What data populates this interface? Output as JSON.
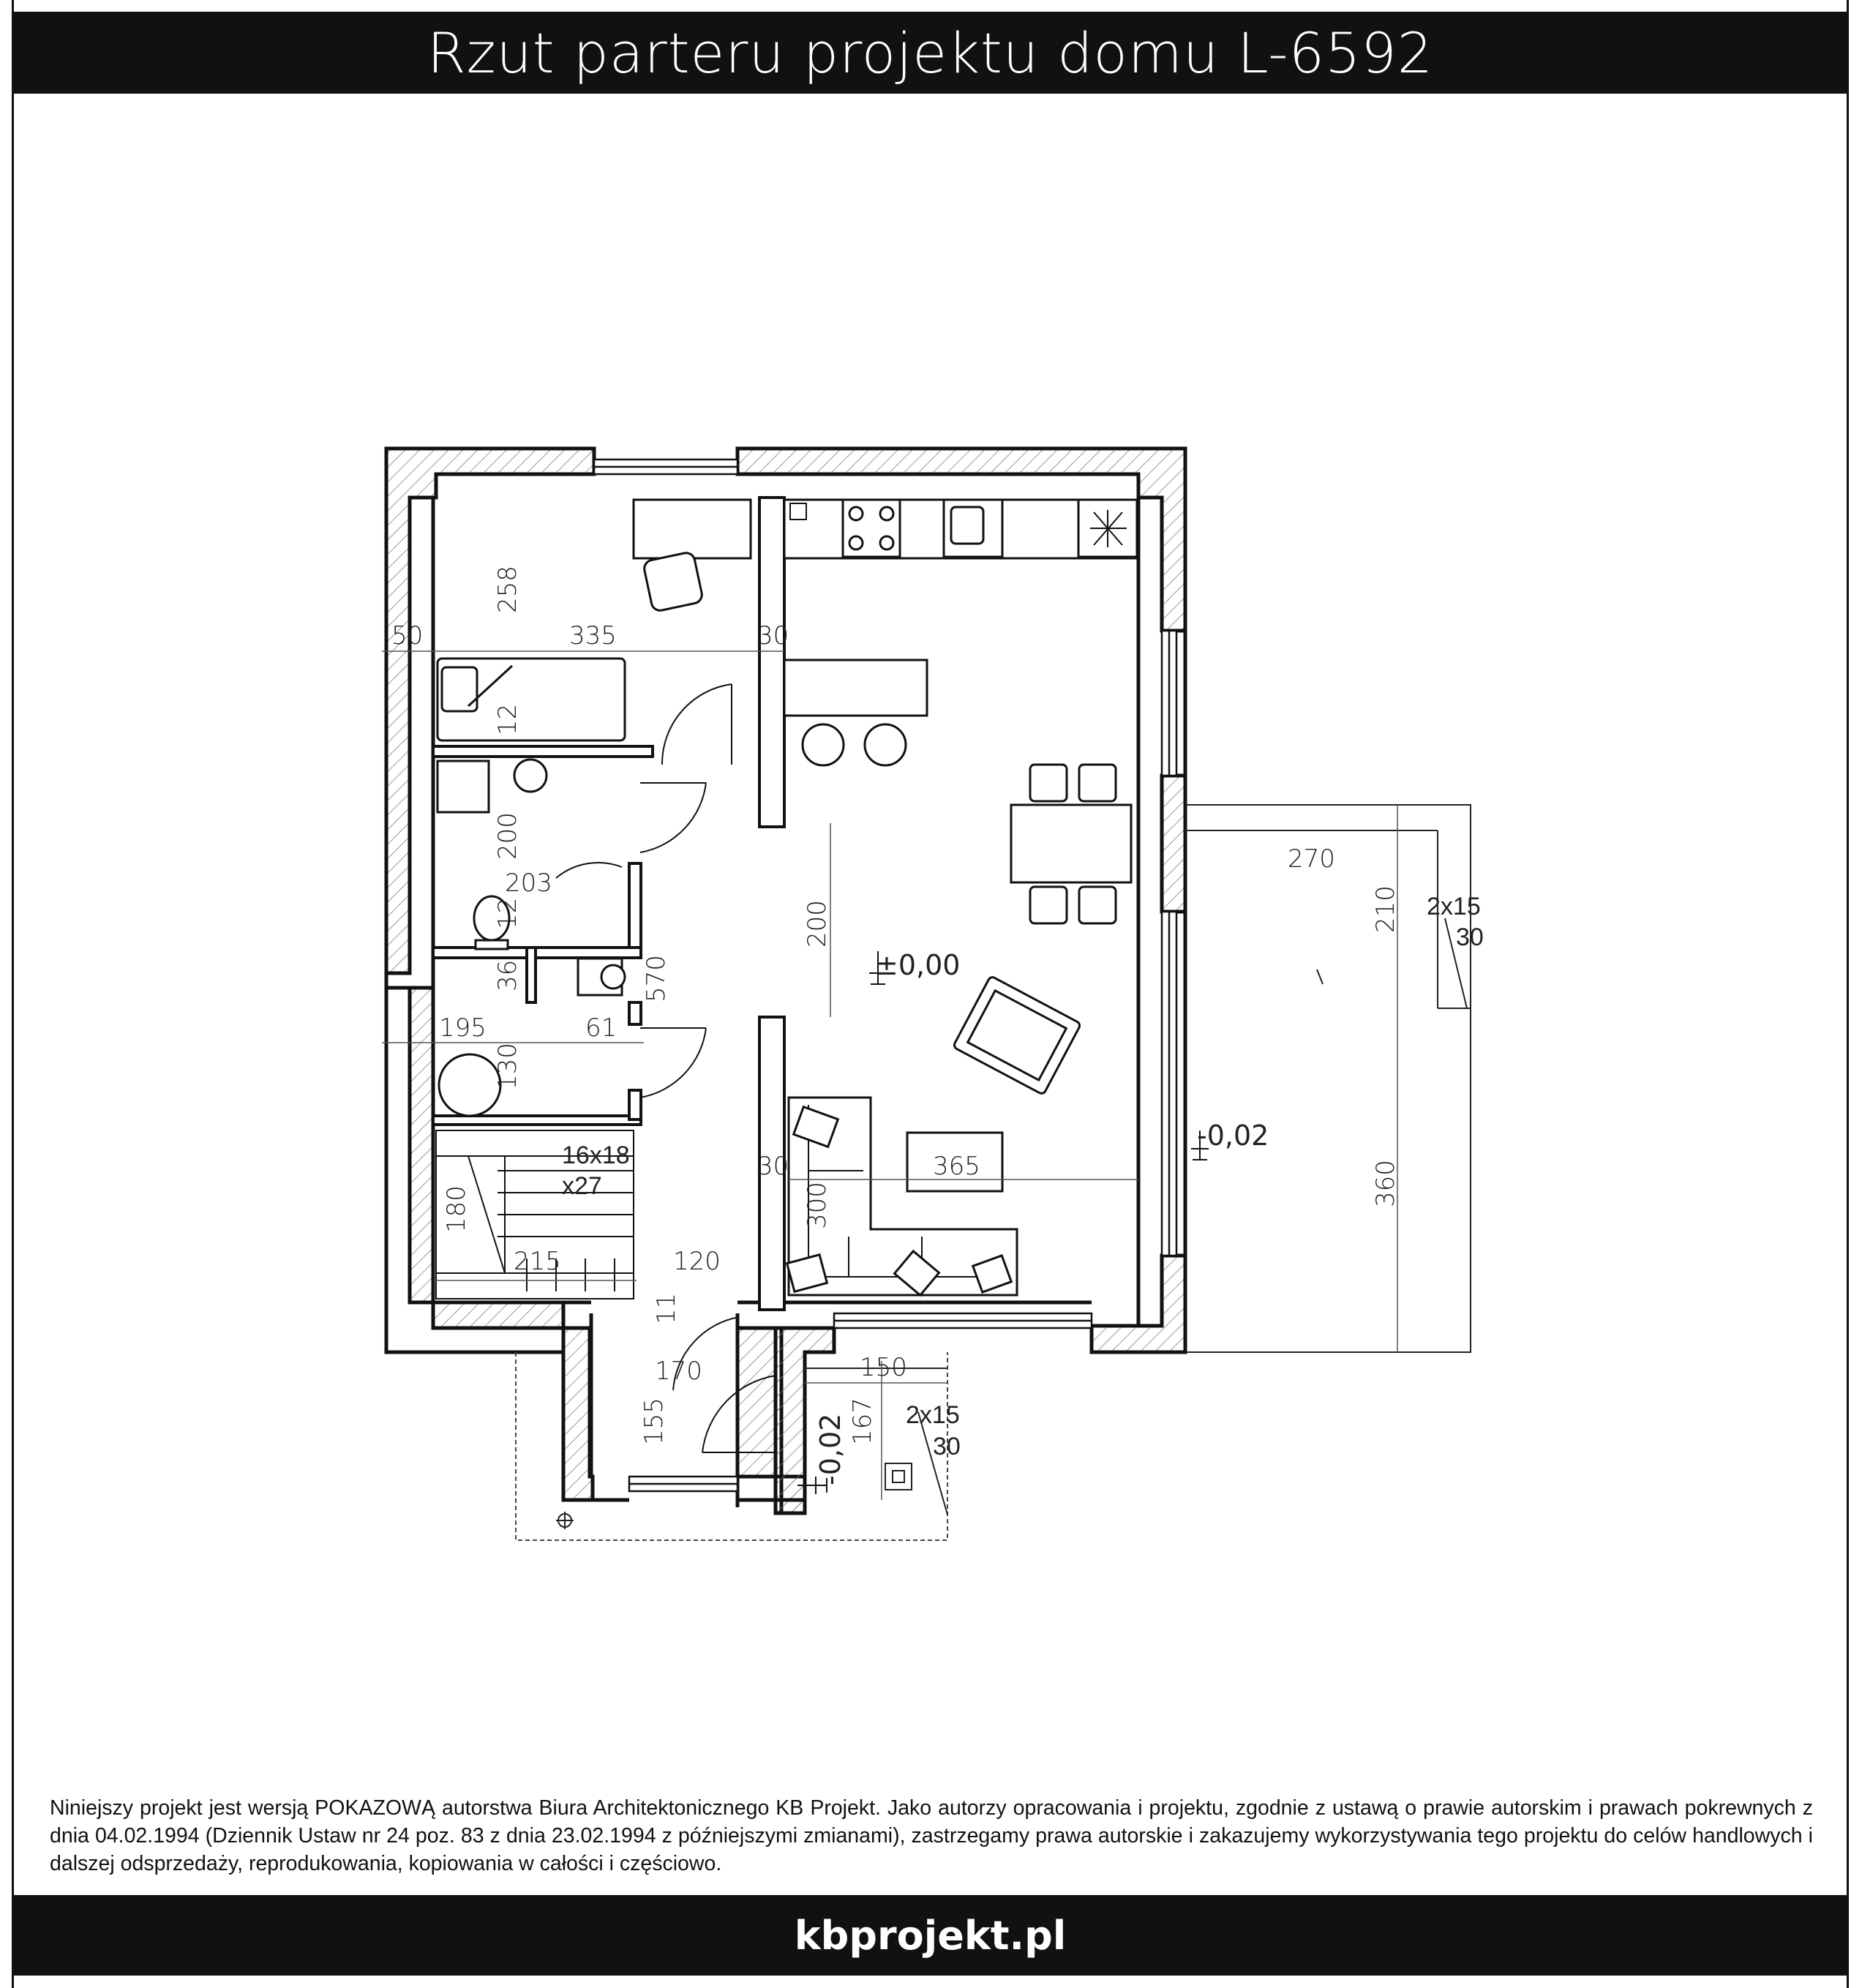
{
  "title": "Rzut parteru projektu domu L-6592",
  "notice": "Niniejszy projekt jest wersją POKAZOWĄ autorstwa Biura Architektonicznego KB Projekt. Jako autorzy opracowania i projektu, zgodnie z ustawą o prawie autorskim i prawach pokrewnych z dnia 04.02.1994 (Dziennik Ustaw nr 24 poz. 83 z dnia 23.02.1994 z późniejszymi zmianami), zastrzegamy prawa autorskie i zakazujemy wykorzystywania tego projektu do celów handlowych i dalszej odsprzedaży, reprodukowania, kopiowania w całości i częściowo.",
  "footer": "kbprojekt.pl",
  "dimensions": {
    "d258": "258",
    "d50": "50",
    "d335": "335",
    "d30a": "30",
    "d12": "12",
    "d200a": "200",
    "d203": "203",
    "d12b": "12",
    "d36": "36",
    "d570": "570",
    "d195": "195",
    "d61": "61",
    "d130": "130",
    "d200b": "200",
    "d270": "270",
    "d210": "210",
    "d360": "360",
    "d365": "365",
    "d30b": "30",
    "d300": "300",
    "d180": "180",
    "d215": "215",
    "d120": "120",
    "d11": "11",
    "d170": "170",
    "d150": "150",
    "d155": "155",
    "d167": "167"
  },
  "stairs": {
    "main": "16x18",
    "count": "x27"
  },
  "steps": {
    "terrace_size": "2x15",
    "terrace_depth": "30",
    "entry_size": "2x15",
    "entry_depth": "30"
  },
  "levels": {
    "main": "±0,00",
    "terrace": "-0,02",
    "entry": "-0,02"
  }
}
